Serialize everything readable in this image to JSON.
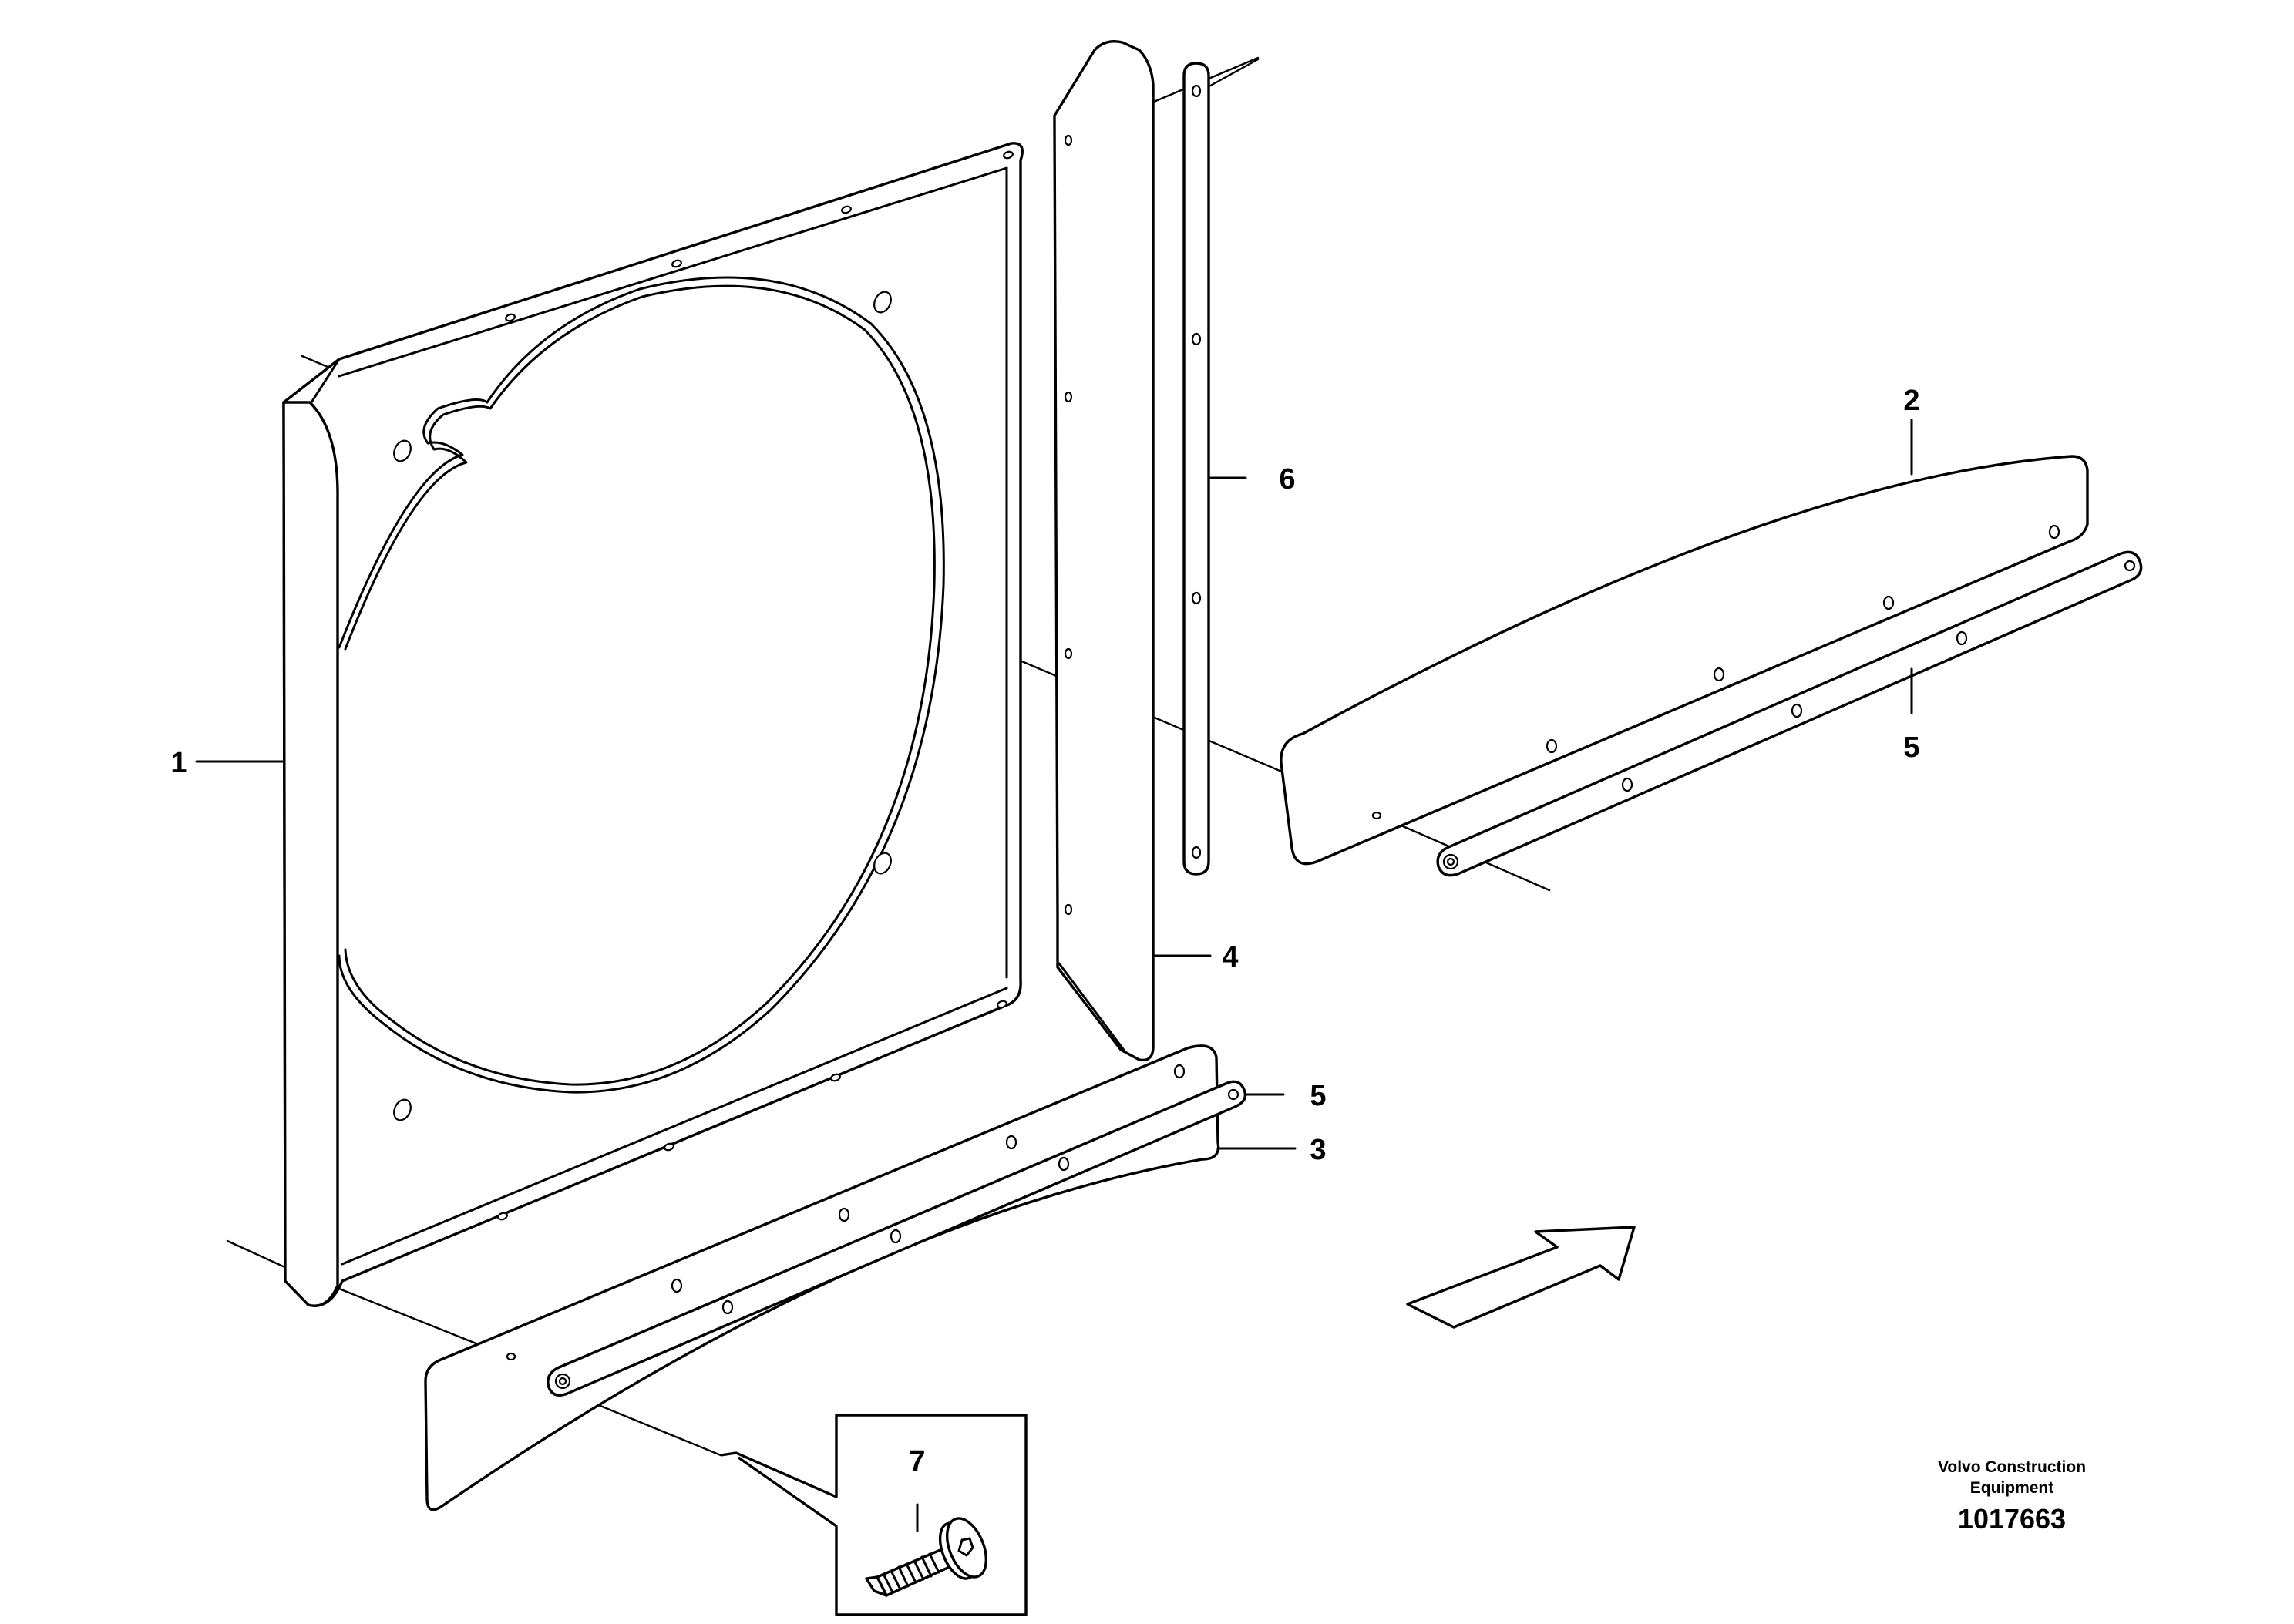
{
  "parts": [
    {
      "id": "1",
      "label": "1"
    },
    {
      "id": "2",
      "label": "2"
    },
    {
      "id": "3",
      "label": "3"
    },
    {
      "id": "4",
      "label": "4"
    },
    {
      "id": "5a",
      "label": "5"
    },
    {
      "id": "5b",
      "label": "5"
    },
    {
      "id": "6",
      "label": "6"
    },
    {
      "id": "7",
      "label": "7"
    }
  ],
  "footer": {
    "company_line1": "Volvo Construction",
    "company_line2": "Equipment",
    "doc_number": "1017663"
  },
  "icons": [
    "direction-arrow-icon",
    "screw-icon"
  ]
}
